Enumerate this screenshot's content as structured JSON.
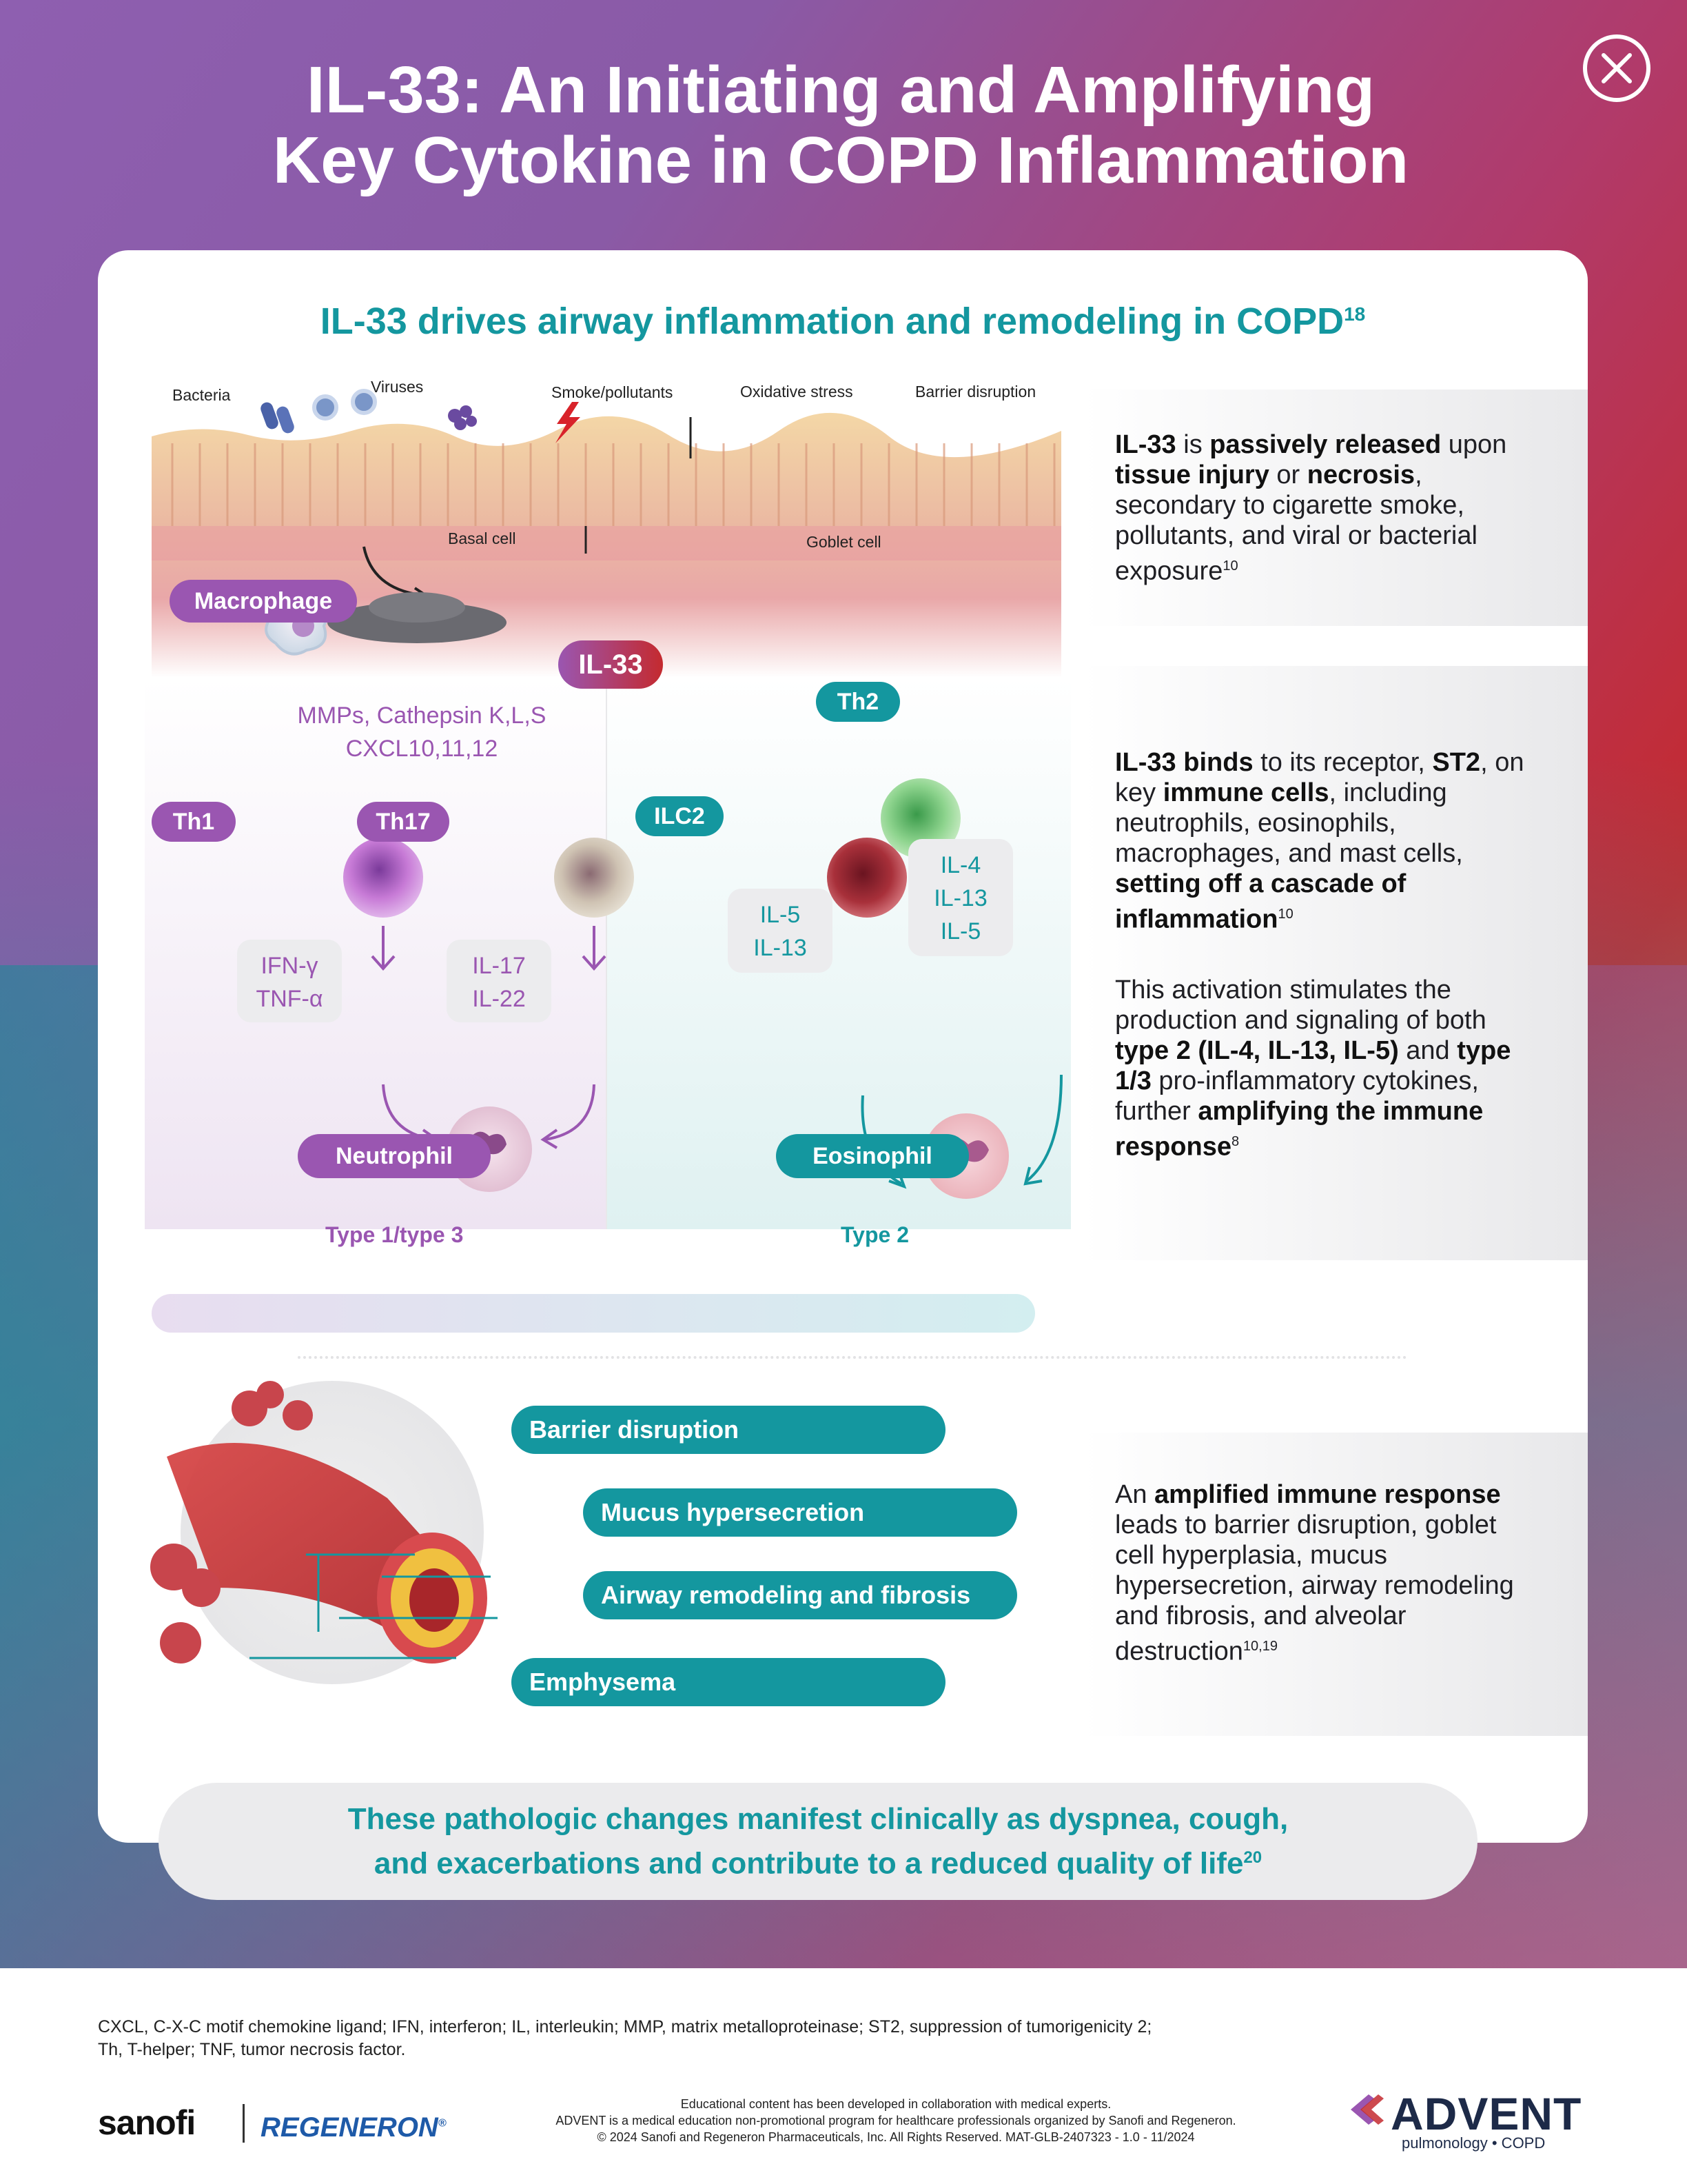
{
  "header": {
    "title_line1": "IL-33: An Initiating and Amplifying",
    "title_line2": "Key Cytokine in COPD Inflammation"
  },
  "card": {
    "title": "IL-33 drives airway inflammation and remodeling in COPD",
    "title_ref": "18"
  },
  "epithelium": {
    "labels": {
      "bacteria": "Bacteria",
      "viruses": "Viruses",
      "smoke": "Smoke/pollutants",
      "oxidative": "Oxidative stress",
      "barrier": "Barrier disruption",
      "basal": "Basal cell",
      "goblet": "Goblet cell"
    }
  },
  "diagram": {
    "macrophage": "Macrophage",
    "il33": "IL-33",
    "mmps_line1": "MMPs, Cathepsin K,L,S",
    "mmps_line2": "CXCL10,11,12",
    "th1": "Th1",
    "th17": "Th17",
    "th2": "Th2",
    "ilc2": "ILC2",
    "th1_cyt_1": "IFN-γ",
    "th1_cyt_2": "TNF-α",
    "th17_cyt_1": "IL-17",
    "th17_cyt_2": "IL-22",
    "ilc2_cyt_1": "IL-5",
    "ilc2_cyt_2": "IL-13",
    "th2_cyt_1": "IL-4",
    "th2_cyt_2": "IL-13",
    "th2_cyt_3": "IL-5",
    "neutrophil": "Neutrophil",
    "eosinophil": "Eosinophil",
    "type13": "Type 1/type 3",
    "type2": "Type 2"
  },
  "panels": {
    "p1_a": "IL-33",
    "p1_b": " is ",
    "p1_c": "passively released",
    "p1_d": " upon ",
    "p1_e": "tissue injury",
    "p1_f": " or ",
    "p1_g": "necrosis",
    "p1_h": ", secondary to cigarette smoke, pollutants, and viral or bacterial exposure",
    "p1_ref": "10",
    "p2_a": "IL-33 binds",
    "p2_b": " to its receptor, ",
    "p2_c": "ST2",
    "p2_d": ", on key ",
    "p2_e": "immune cells",
    "p2_f": ", including neutrophils, eosinophils, macrophages, and mast cells, ",
    "p2_g": "setting off a cascade of inflammation",
    "p2_ref": "10",
    "p3_a": "This activation stimulates the production and signaling of both ",
    "p3_b": "type 2 (IL-4, IL-13, IL-5)",
    "p3_c": " and ",
    "p3_d": "type 1/3",
    "p3_e": " pro-inflammatory cytokines, further ",
    "p3_f": "amplifying the immune response",
    "p3_ref": "8",
    "p4_a": "An ",
    "p4_b": "amplified immune response",
    "p4_c": " leads to barrier disruption, goblet cell hyperplasia, mucus hypersecretion, airway remodeling and fibrosis, and alveolar destruction",
    "p4_ref": "10,19"
  },
  "airway": {
    "barrier": "Barrier disruption",
    "mucus": "Mucus hypersecretion",
    "remodeling": "Airway remodeling and fibrosis",
    "emphysema": "Emphysema"
  },
  "banner": {
    "line1": "These pathologic changes manifest clinically as dyspnea, cough,",
    "line2": "and exacerbations and contribute to a reduced quality of life",
    "ref": "20"
  },
  "footer": {
    "abbrev_line1": "CXCL, C-X-C motif chemokine ligand; IFN, interferon; IL, interleukin; MMP, matrix metalloproteinase; ST2, suppression of tumorigenicity 2;",
    "abbrev_line2": "Th, T-helper; TNF, tumor necrosis factor.",
    "legal_line1": "Educational content has been developed in collaboration with medical experts.",
    "legal_line2": "ADVENT is a medical education non-promotional program for healthcare professionals organized by Sanofi and Regeneron.",
    "legal_line3": "© 2024 Sanofi and Regeneron Pharmaceuticals, Inc. All Rights Reserved. MAT-GLB-2407323 - 1.0 - 11/2024",
    "sanofi": "sanofi",
    "regeneron": "REGENERON",
    "regeneron_mark": "®",
    "advent": "ADVENT",
    "advent_sub": "pulmonology • COPD"
  },
  "colors": {
    "purple": "#9a56b1",
    "teal": "#14979f",
    "red": "#c42a2f"
  },
  "icons": {
    "close": "close-circle-icon"
  }
}
